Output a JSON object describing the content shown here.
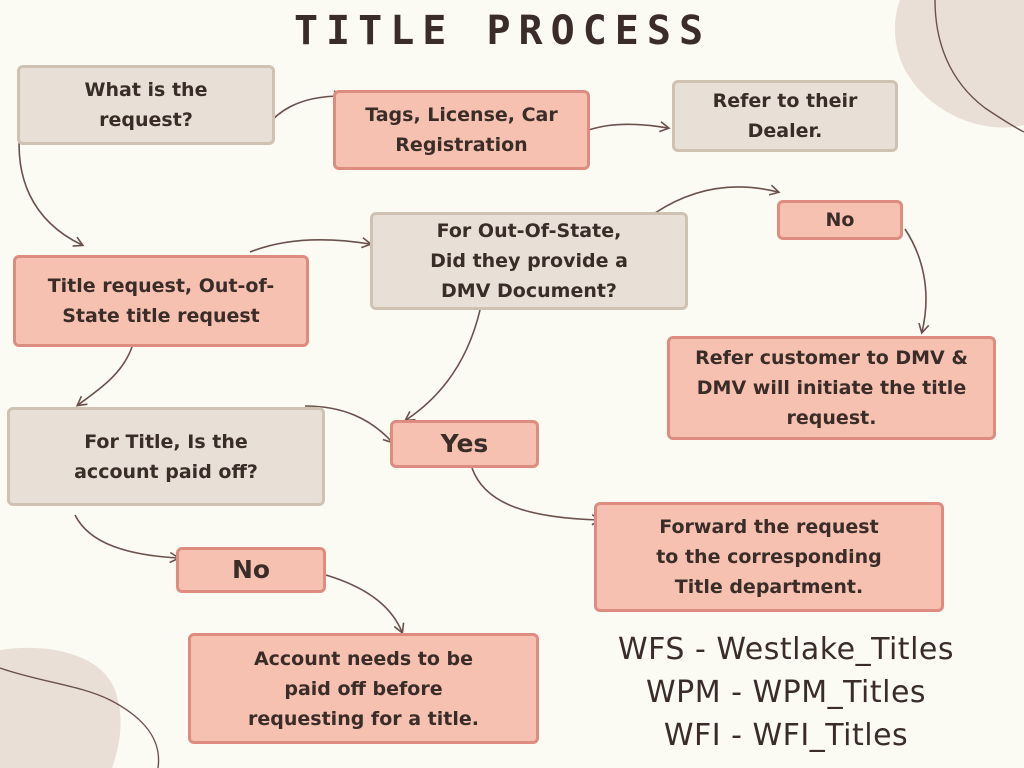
{
  "title": "TITLE PROCESS",
  "nodes": {
    "what_request": "What is the\nrequest?",
    "tags_license": "Tags, License, Car\nRegistration",
    "refer_dealer": "Refer to their\nDealer.",
    "title_request": "Title request, Out-of-\nState title request",
    "out_of_state": "For Out-Of-State,\nDid they provide a\nDMV Document?",
    "no_top": "No",
    "refer_dmv": "Refer customer to DMV &\nDMV will initiate the title\nrequest.",
    "paid_off": "For Title, Is the\naccount paid off?",
    "yes": "Yes",
    "forward": "Forward the request\nto the corresponding\nTitle department.",
    "no_bottom": "No",
    "account_paid": "Account needs to be\npaid off before\nrequesting for a title."
  },
  "legend": [
    "WFS - Westlake_Titles",
    "WPM - WPM_Titles",
    "WFI - WFI_Titles"
  ],
  "colors": {
    "background": "#fbfaf3",
    "tan_fill": "#e8e0d6",
    "pink_fill": "#f7c1b2",
    "pink_border": "#de8c80",
    "text": "#3a2d28",
    "arrow": "#6b514b"
  }
}
